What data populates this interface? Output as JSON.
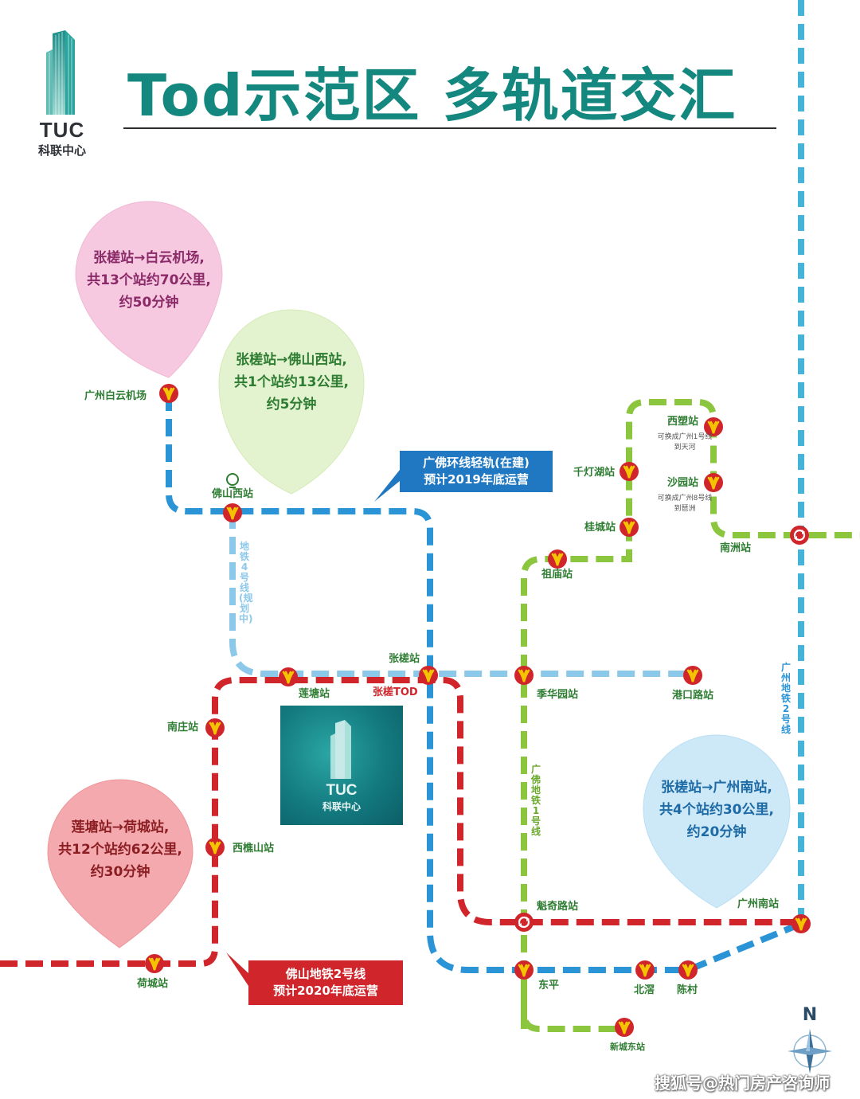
{
  "title": "Tod示范区 多轨道交汇",
  "logo": {
    "text": "TUC",
    "sub": "科联中心"
  },
  "panel": {
    "text": "TUC",
    "sub": "科联中心"
  },
  "colors": {
    "title": "#14877f",
    "line_blue": "#2b94d6",
    "line_light_blue": "#8cc8ea",
    "line_red": "#d0252b",
    "line_green": "#8cc63f",
    "line_cyan": "#45b3d8",
    "station_red": "#d0252b",
    "station_yellow": "#f5c400",
    "label_green": "#2e7d32"
  },
  "bubbles": [
    {
      "id": "airport",
      "lines": [
        "张槎站→白云机场,",
        "共13个站约70公里,",
        "约50分钟"
      ],
      "color": "#f6c9e0",
      "text_color": "#8a2a68"
    },
    {
      "id": "foshanwest",
      "lines": [
        "张槎站→佛山西站,",
        "共1个站约13公里,",
        "约5分钟"
      ],
      "color": "#e4f3cf",
      "text_color": "#2e7d32"
    },
    {
      "id": "lianhe",
      "lines": [
        "莲塘站→荷城站,",
        "共12个站约62公里,",
        "约30分钟"
      ],
      "color": "#f3a9ad",
      "text_color": "#8b1e23"
    },
    {
      "id": "guangzhousouth",
      "lines": [
        "张槎站→广州南站,",
        "共4个站约30公里,",
        "约20分钟"
      ],
      "color": "#cde9f8",
      "text_color": "#1e6aa5"
    }
  ],
  "callouts": {
    "ring": [
      "广佛环线轻轨(在建)",
      "预计2019年底运营"
    ],
    "line2": [
      "佛山地铁2号线",
      "预计2020年底运营"
    ]
  },
  "line_labels": {
    "metro4": "地铁4号线(规划中)",
    "guangfo1": "广佛地铁1号线",
    "gz2": "广州地铁2号线"
  },
  "stations": {
    "baiyun": "广州白云机场",
    "foshan_west": "佛山西站",
    "lianTang": "莲塘站",
    "zhangcha": "张槎站",
    "zhangcha_tod": "张槎TOD",
    "nanzhuang": "南庄站",
    "xiqiaoshan": "西樵山站",
    "hecheng": "荷城站",
    "jihuayuan": "季华园站",
    "gangkoulu": "港口路站",
    "zumiao": "祖庙站",
    "guicheng": "桂城站",
    "qiandenghu": "千灯湖站",
    "xisu": "西塑站",
    "shayuan": "沙园站",
    "nanzhou": "南洲站",
    "kuiqilu": "魁奇路站",
    "guangzhou_south": "广州南站",
    "dongping": "东平",
    "beijiao": "北滘",
    "chencun": "陈村",
    "xinchengdong": "新城东站"
  },
  "station_notes": {
    "xisu": "可换成广州1号线到天河",
    "shayuan": "可换成广州8号线到琶洲"
  },
  "compass": "N",
  "watermark": "搜狐号@热门房产咨询师"
}
